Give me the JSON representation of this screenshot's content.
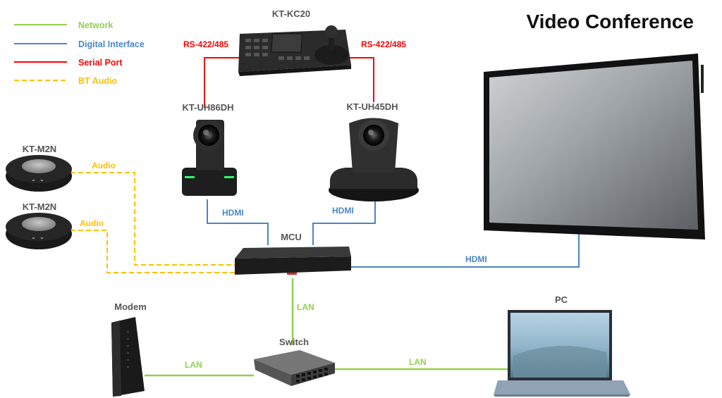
{
  "title": "Video Conference",
  "legend": {
    "items": [
      {
        "label": "Network",
        "color": "#92d050",
        "style": "solid"
      },
      {
        "label": "Digital Interface",
        "color": "#4a86c8",
        "style": "solid"
      },
      {
        "label": "Serial Port",
        "color": "#ff0000",
        "style": "solid"
      },
      {
        "label": "BT Audio",
        "color": "#ffc000",
        "style": "dashed"
      }
    ]
  },
  "devices": {
    "controller": "KT-KC20",
    "camera_left": "KT-UH86DH",
    "camera_right": "KT-UH45DH",
    "mic_top": "KT-M2N",
    "mic_bottom": "KT-M2N",
    "mcu": "MCU",
    "modem": "Modem",
    "switch": "Switch",
    "pc": "PC"
  },
  "links": {
    "serial_left": "RS-422/485",
    "serial_right": "RS-422/485",
    "hdmi_cam_left": "HDMI",
    "hdmi_cam_right": "HDMI",
    "hdmi_display": "HDMI",
    "audio_top": "Audio",
    "audio_bottom": "Audio",
    "lan_mcu": "LAN",
    "lan_modem": "LAN",
    "lan_pc": "LAN"
  },
  "colors": {
    "network": "#92d050",
    "digital": "#4a86c8",
    "serial": "#ff0000",
    "audio": "#ffc000"
  }
}
